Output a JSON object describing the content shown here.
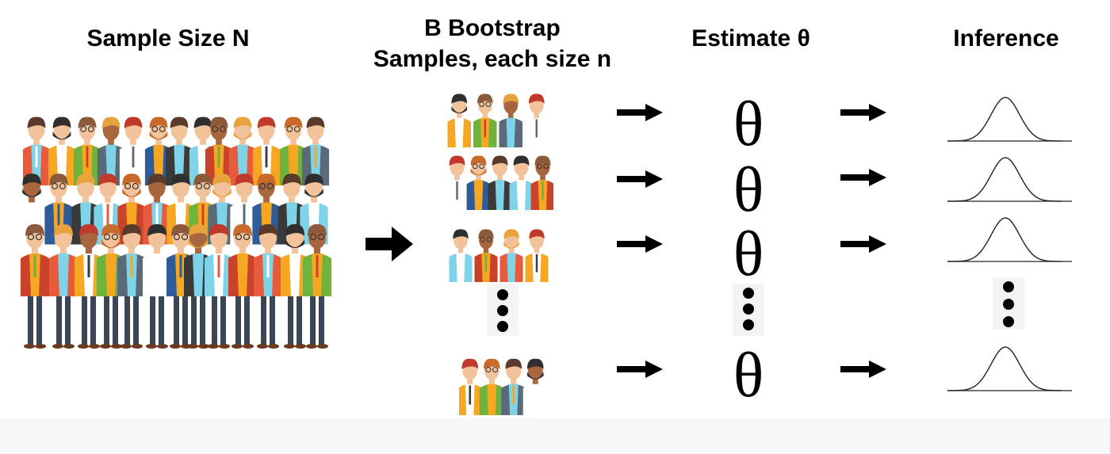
{
  "headings": {
    "sample": "Sample Size N",
    "bootstrap": [
      "B Bootstrap",
      "Samples, each size n"
    ],
    "estimate": "Estimate θ",
    "inference": "Inference"
  },
  "theta_symbol": "θ",
  "row_count": 4,
  "colors": {
    "text": "#000000",
    "skin": "#f2c29a",
    "skin_dark": "#a8663f",
    "hair": [
      "#5a3a2a",
      "#2f2f2f",
      "#8a5a3a",
      "#e8a33d",
      "#c0392b",
      "#c96a2b"
    ],
    "shirts": [
      "#2e5b9a",
      "#7fd3e8",
      "#e85a3c",
      "#6fb23c",
      "#ffffff",
      "#3a3a3a",
      "#c9432b",
      "#f5a623",
      "#5a6a78"
    ],
    "curve": "#222222",
    "footer": "#f7f7f7"
  },
  "icons": {
    "crowd": "crowd-icon",
    "arrow": "right-arrow-icon",
    "ellipsis": "vertical-ellipsis-icon",
    "curve": "normal-curve-icon"
  }
}
